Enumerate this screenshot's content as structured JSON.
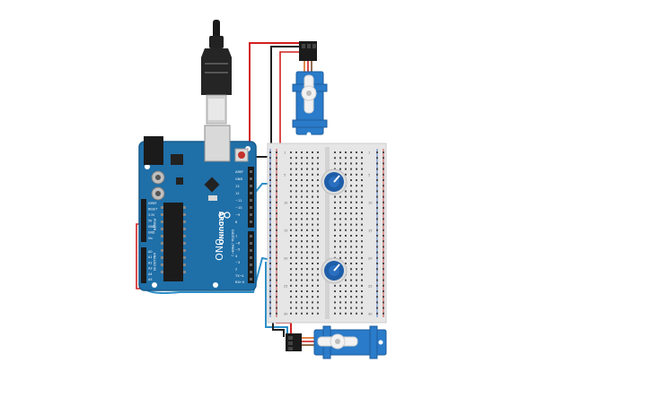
{
  "arduino": {
    "brand": "ARDUINO",
    "model": "UNO",
    "digital_label": "DIGITAL (PWM~)",
    "power_label": "POWER",
    "analog_label": "ANALOG IN",
    "left_pins": [
      "IOREF",
      "RESET",
      "3.3V",
      "5V",
      "GND",
      "GND",
      "Vin"
    ],
    "analog_pins": [
      "A0",
      "A1",
      "A2",
      "A3",
      "A4",
      "A5"
    ],
    "digital_pins_top": [
      "AREF",
      "GND",
      "13",
      "12",
      "~11",
      "~10",
      "~9",
      "8"
    ],
    "digital_pins_bottom": [
      "7",
      "~6",
      "~5",
      "4",
      "~3",
      "2",
      "TX→1",
      "RX←0"
    ]
  },
  "breadboard": {
    "row_numbers": [
      "1",
      "5",
      "10",
      "15",
      "20",
      "25",
      "30"
    ]
  },
  "colors": {
    "board": "#1f6fa8",
    "board_dark": "#175a8a",
    "breadboard": "#e6e6e6",
    "wire_red": "#d22020",
    "wire_black": "#202020",
    "wire_blue": "#2e8fc8",
    "servo": "#2a7bc9",
    "knob": "#1e5da8"
  },
  "components": {
    "usb": "usb-cable-icon",
    "servo_top": "servo-icon",
    "servo_bottom": "servo-icon",
    "pot_top": "potentiometer-icon",
    "pot_bottom": "potentiometer-icon"
  }
}
